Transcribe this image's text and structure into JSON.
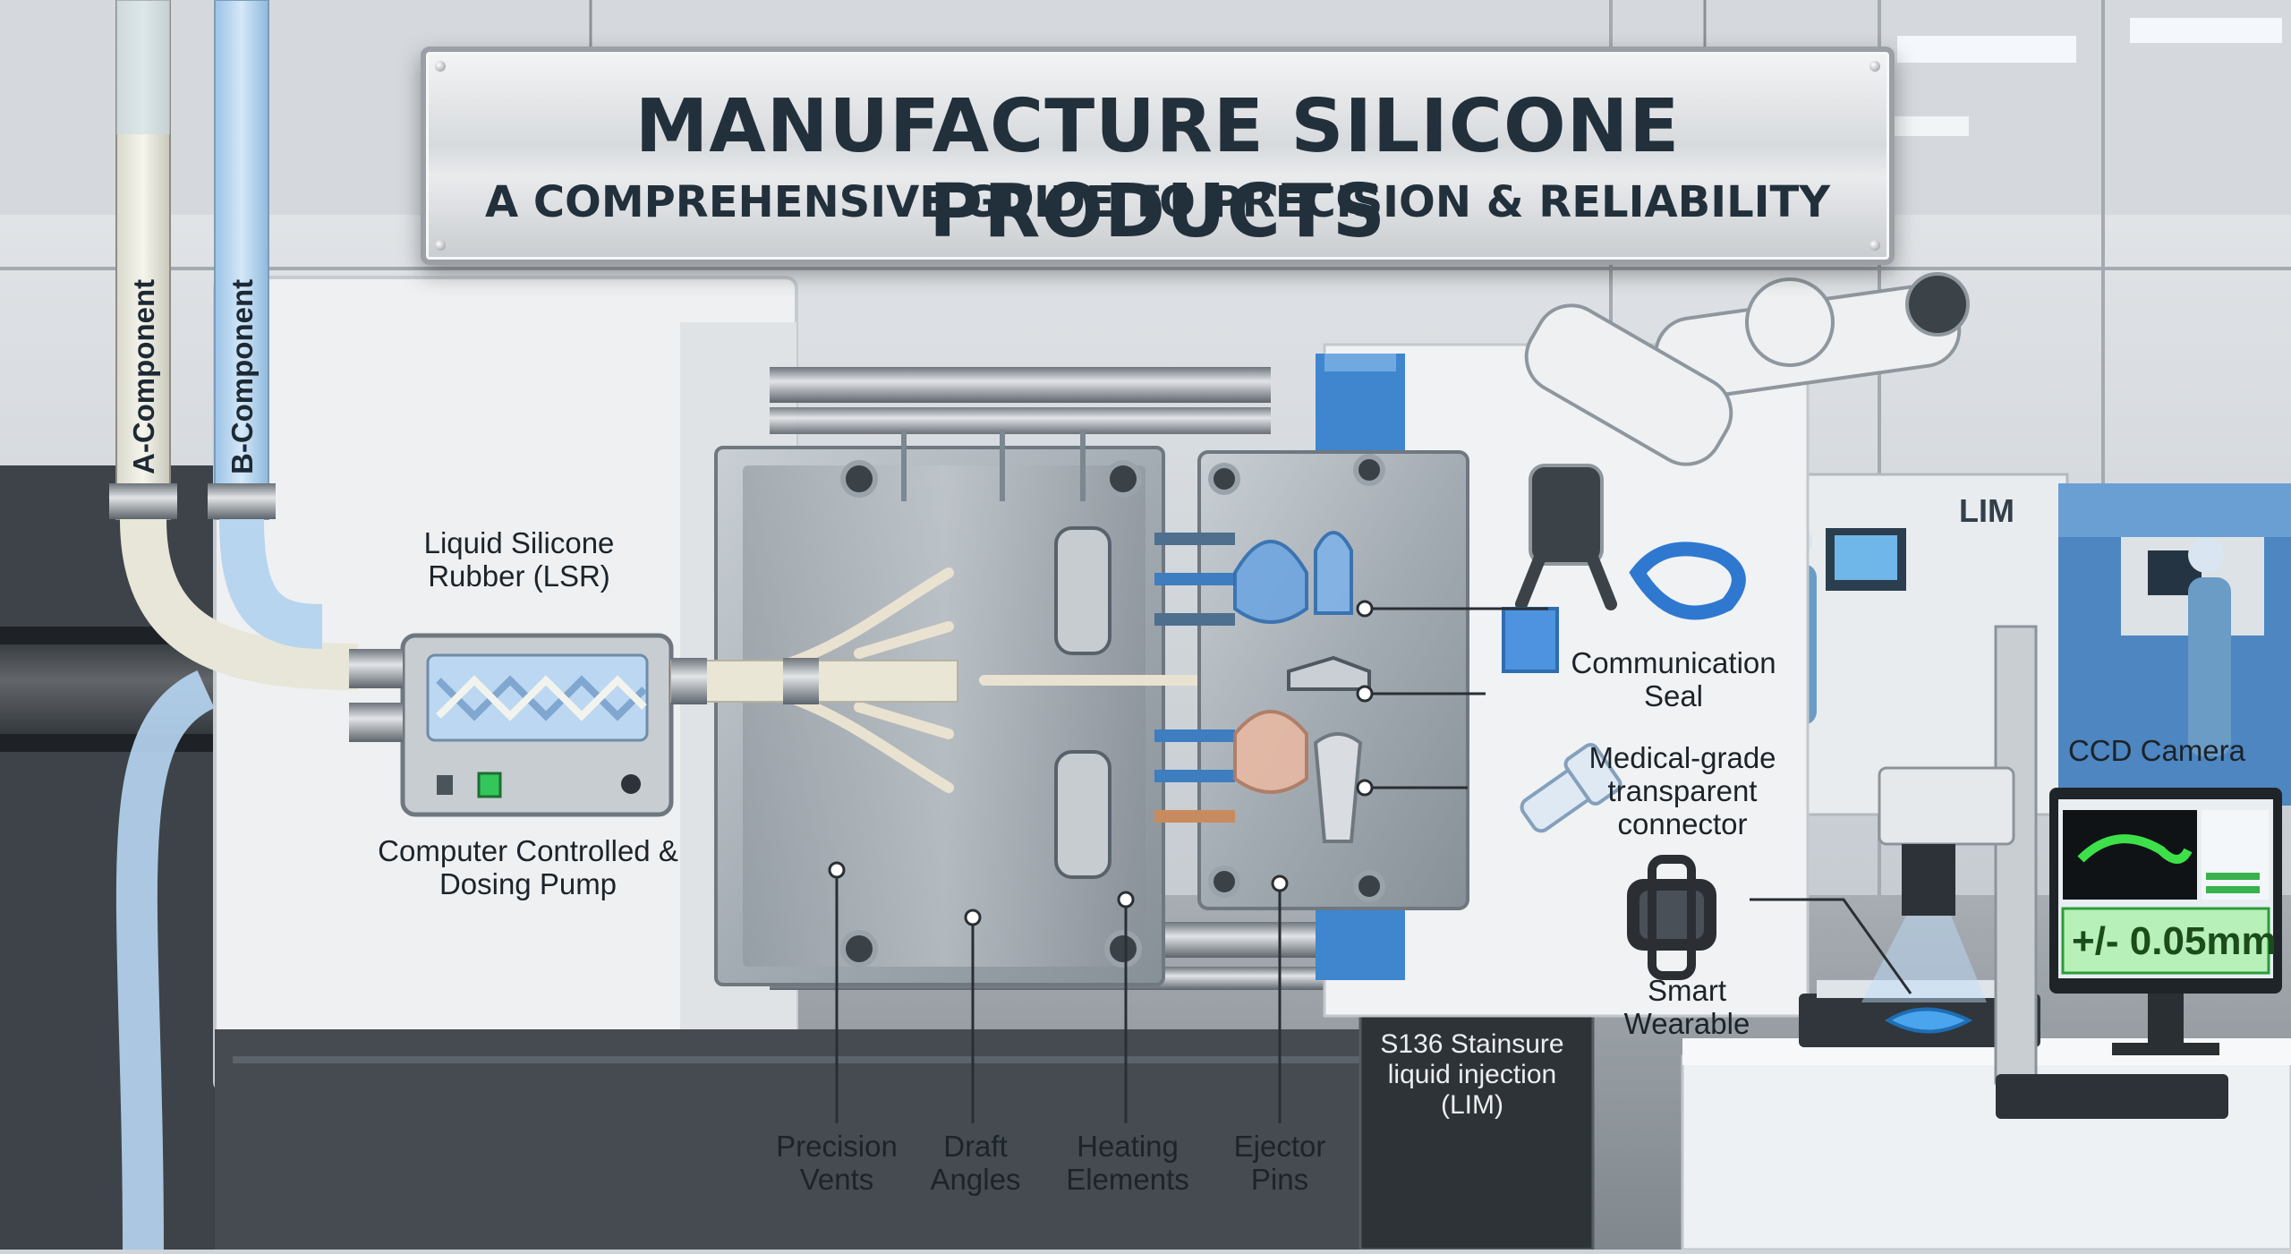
{
  "banner": {
    "title": "MANUFACTURE SILICONE PRODUCTS",
    "subtitle": "A COMPREHENSIVE GUIDE TO PRECISION & RELIABILITY"
  },
  "tubes": {
    "a_label": "A-Component",
    "b_label": "B-Component"
  },
  "labels": {
    "lsr": "Liquid Silicone Rubber (LSR)",
    "pump": "Computer Controlled & Dosing Pump",
    "precision_vents": "Precision Vents",
    "draft_angles": "Draft Angles",
    "heating_elements": "Heating Elements",
    "ejector_pins": "Ejector Pins",
    "machine_plate": "S136 Stainsure liquid injection (LIM)",
    "communication_seal": "Communication Seal",
    "medical_connector": "Medical-grade transparent connector",
    "smart_wearable": "Smart Wearable",
    "ccd_camera": "CCD Camera",
    "lim_sign": "LIM",
    "tolerance": "+/- 0.05mm"
  },
  "colors": {
    "accent_blue": "#3f86cf",
    "steel": "#9aa3ab",
    "screen_green": "#3ee04a"
  }
}
